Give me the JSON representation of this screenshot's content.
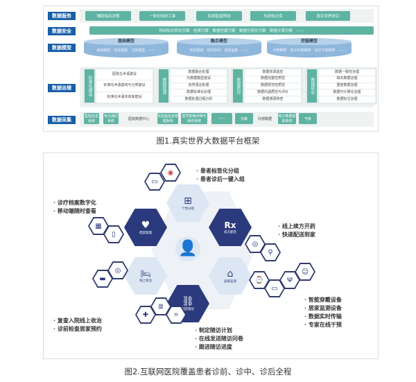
{
  "figure1": {
    "caption": "图1.真实世界大数据平台框架",
    "rows": {
      "service": "数据服务",
      "security": "数据安全",
      "model": "数据模型",
      "governance": "数据治理",
      "collection": "数据采集"
    },
    "services": [
      "辅助临床决策",
      "一体化科研工具",
      "疾病智能预测",
      "科研知识库",
      "真实世界研究"
    ],
    "security_bar": "科研知识转化引擎　检索引擎　数据挖掘引擎　数据可视化引擎　数据计算引擎　——",
    "models": [
      {
        "title": "基础模型",
        "items": "疾病模型　症状模型　文档模型　——"
      },
      {
        "title": "融合模型",
        "items": "知识图谱　时间序列　患者画像　——"
      },
      {
        "title": "挖掘模型",
        "items": "诊断推荐　复诊诊断推荐　治疗方案推荐　——"
      }
    ],
    "governance": [
      {
        "title": "标准化建设",
        "items": [
          "医院主术语建设",
          "标准化术语基线与分类建设",
          "标准化术语本体库建设"
        ]
      },
      {
        "title": "数据处理",
        "items": [
          "数据融合处理",
          "元数据模型建设",
          "自然语言处理",
          "数据标准化处理",
          "数据处理过程分析"
        ]
      },
      {
        "title": "数据质控",
        "items": [
          "数据资源监控",
          "数据完整性质控",
          "数据规范性质控",
          "数据内涵质控与评价",
          "数据溯源核查"
        ]
      },
      {
        "title": "数据转化",
        "items": [
          "数据一致性治理",
          "缺失数据治理",
          "重复数据治理",
          "数据可计算化治理",
          "数据标注治理"
        ]
      }
    ],
    "collection": [
      "医院信息系统",
      "电子病历系统",
      "医院数据中心",
      "实验室信息管理系统",
      "医学影像存档与通讯系统",
      "——",
      "文献",
      "外部数据",
      "电子数据获取系统",
      "气象"
    ]
  },
  "figure2": {
    "caption": "图2.互联网医院覆盖患者诊前、诊中、诊后全程",
    "hexes": [
      "个性分组",
      "档案管理",
      "续方配药",
      "线上收治",
      "居家监测",
      "制定随访"
    ],
    "bullets": {
      "top": [
        "患者标签化分组",
        "患者诊后一键入组"
      ],
      "left": [
        "诊疗档案数字化",
        "移动端随时查看"
      ],
      "right": [
        "线上续方开药",
        "快递配送到家"
      ],
      "bottom_left": [
        "复查入院线上收治",
        "诊前检查居家预约"
      ],
      "bottom": [
        "制定随访计划",
        "在线发送随访问卷",
        "跟进随访进度"
      ],
      "bottom_right": [
        "智能穿戴设备",
        "居家监测设备",
        "数据实时传输",
        "专家在线干预"
      ]
    }
  }
}
